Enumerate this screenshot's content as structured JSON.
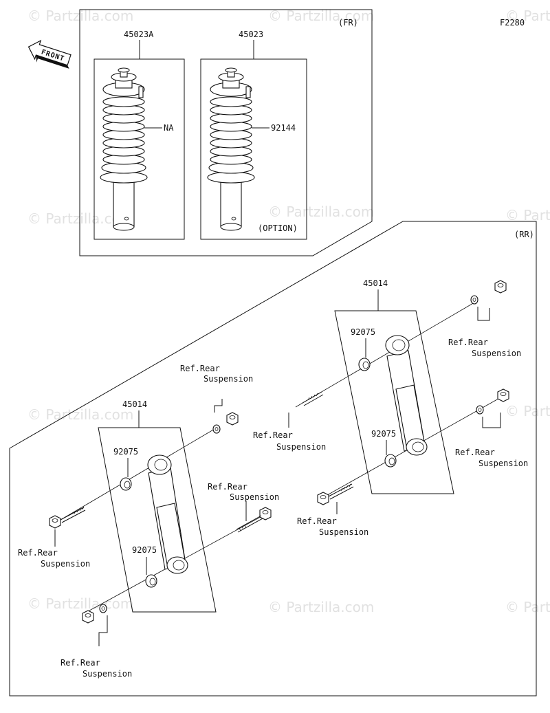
{
  "figure_id": "F2280",
  "front_label": "FRONT",
  "front_section": {
    "title": "(FR)",
    "left_part_number": "45023A",
    "right_part_number": "45023",
    "left_callout": "NA",
    "right_callout": "92144",
    "option_note": "(OPTION)"
  },
  "rear_section": {
    "title": "(RR)",
    "left_assembly": {
      "part_number": "45014",
      "bushing_upper": "92075",
      "bushing_lower": "92075"
    },
    "right_assembly": {
      "part_number": "45014",
      "bushing_upper": "92075",
      "bushing_lower": "92075"
    },
    "ref_line1": "Ref.Rear",
    "ref_line2": "Suspension"
  },
  "watermark_text": "© Partzilla.com",
  "colors": {
    "line": "#111111",
    "watermark": "#c9c9c9",
    "background": "#ffffff"
  }
}
